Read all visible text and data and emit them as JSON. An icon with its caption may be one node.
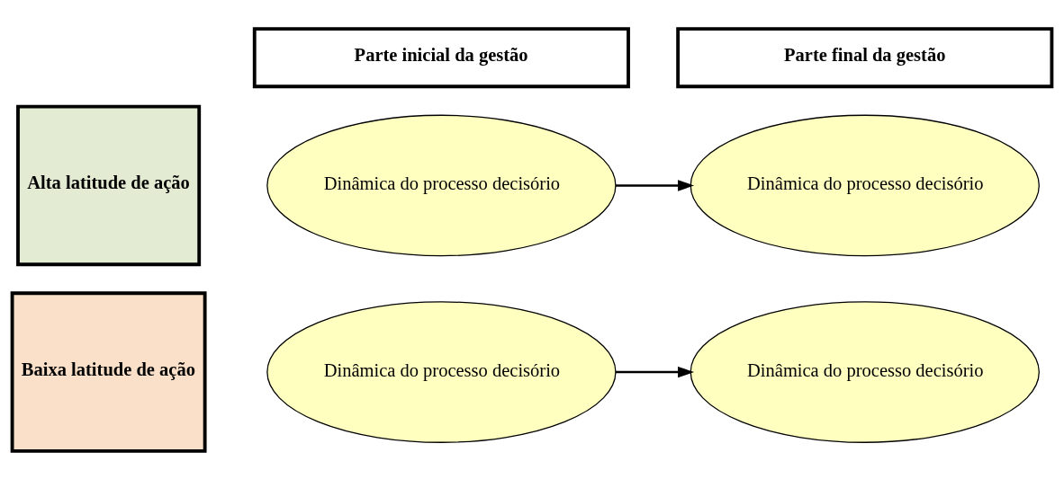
{
  "diagram": {
    "nodes": [
      {
        "text": [
          "Parte inicial da gestão"
        ]
      },
      {
        "text": [
          "Parte final da gestão"
        ]
      },
      {
        "text": [
          "Alta latitude de ação"
        ]
      },
      {
        "text": [
          "Dinâmica do processo decisório"
        ]
      },
      {
        "text": [
          "Dinâmica do processo decisório"
        ]
      },
      {
        "text": [
          "Baixa latitude de ação"
        ]
      },
      {
        "text": [
          "Dinâmica do processo decisório"
        ]
      },
      {
        "text": [
          "Dinâmica do processo decisório"
        ]
      }
    ],
    "edges": [
      {
        "from": 3,
        "to": 4,
        "arrow": "to"
      },
      {
        "from": 6,
        "to": 7,
        "arrow": "to"
      }
    ]
  }
}
